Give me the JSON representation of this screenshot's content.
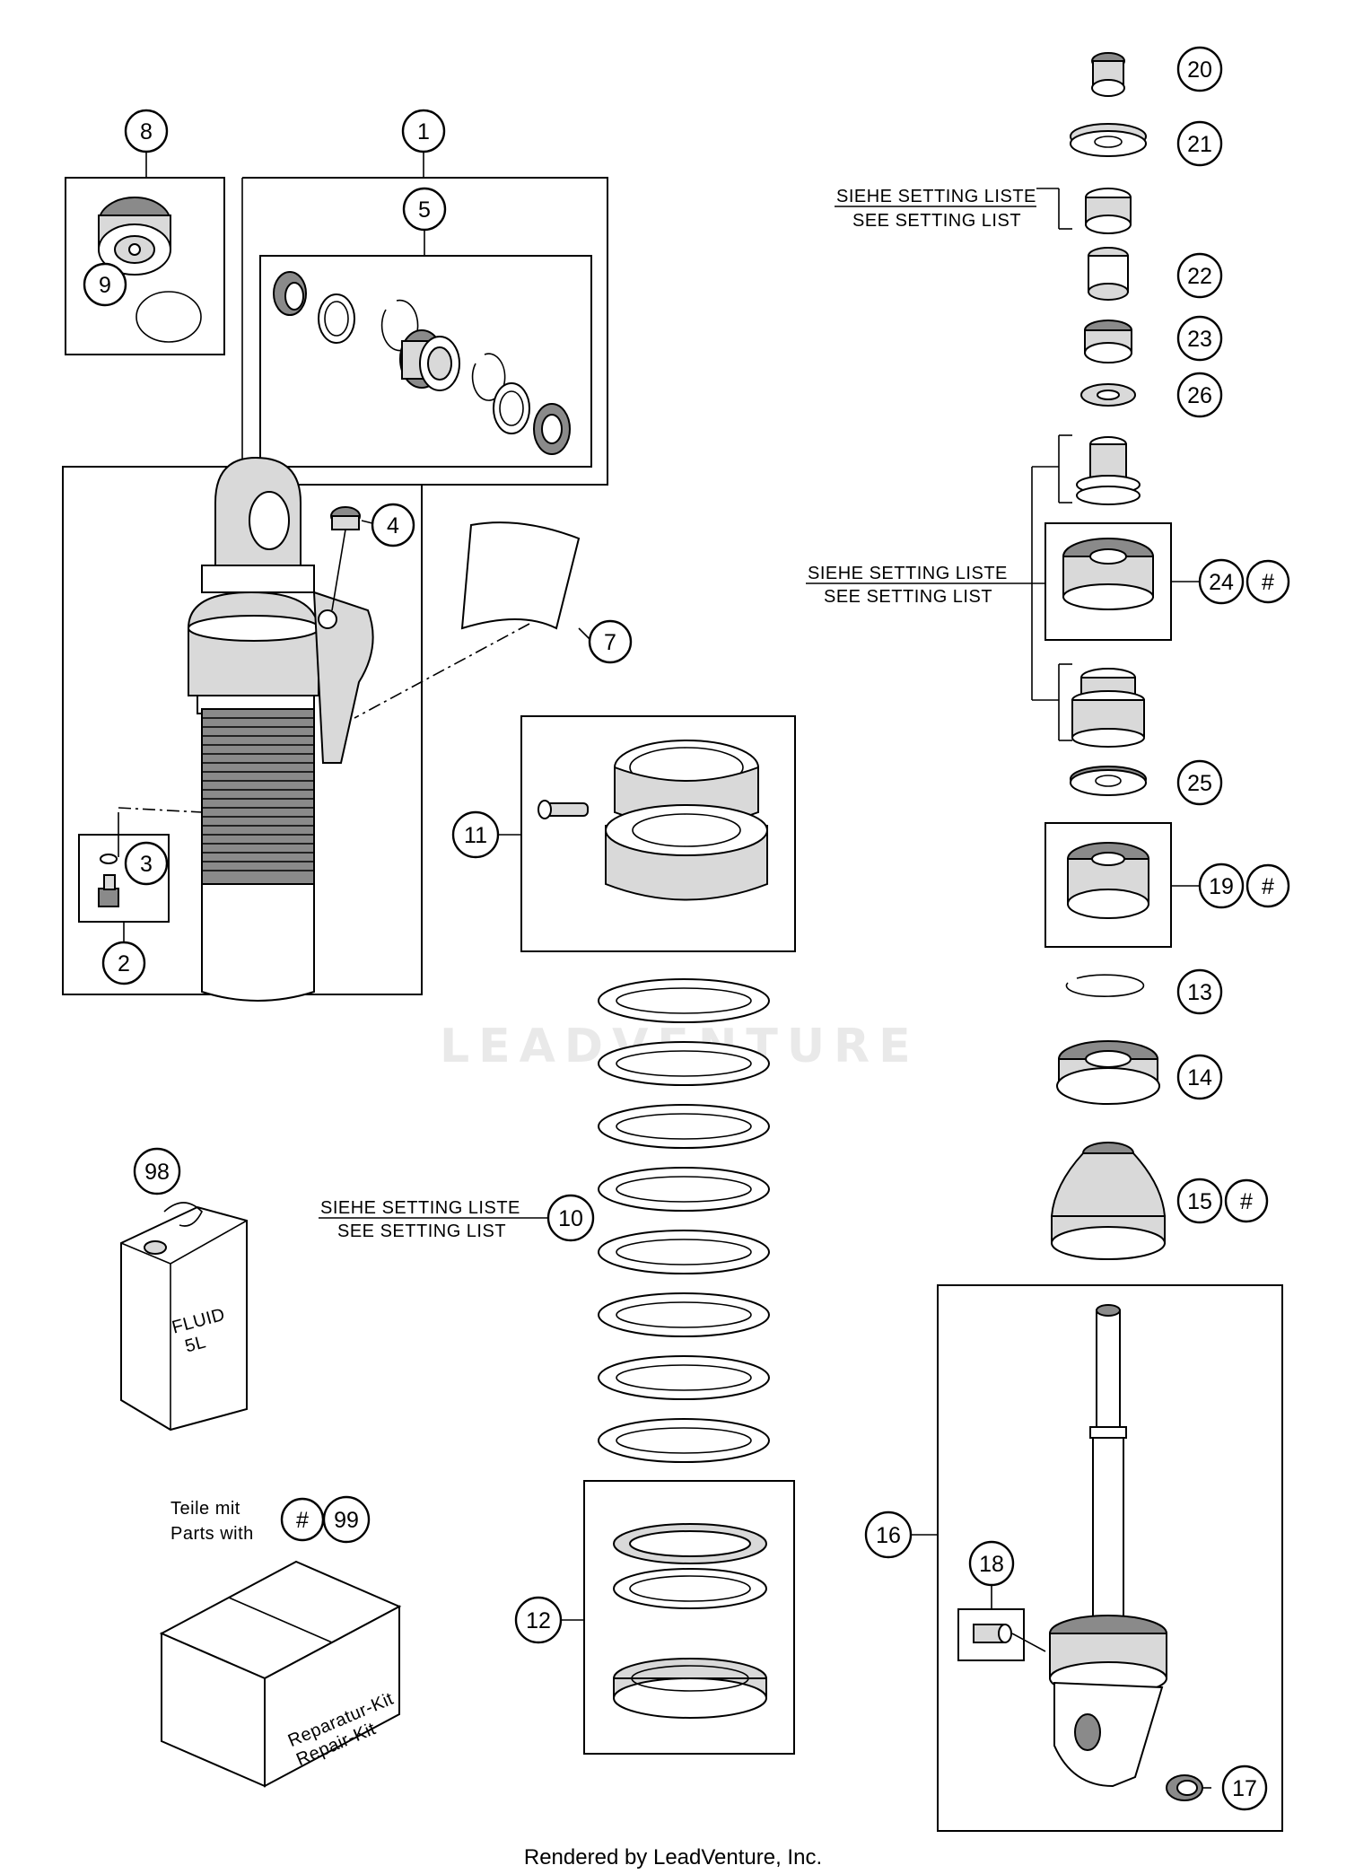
{
  "callouts": {
    "c1": "1",
    "c2": "2",
    "c3": "3",
    "c4": "4",
    "c5": "5",
    "c7": "7",
    "c8": "8",
    "c9": "9",
    "c10": "10",
    "c11": "11",
    "c12": "12",
    "c13": "13",
    "c14": "14",
    "c15": "15",
    "c16": "16",
    "c17": "17",
    "c18": "18",
    "c19": "19",
    "c20": "20",
    "c21": "21",
    "c22": "22",
    "c23": "23",
    "c24": "24",
    "c25": "25",
    "c26": "26",
    "c98": "98",
    "c99": "99",
    "hash": "#"
  },
  "setting_refs": {
    "de": "SIEHE SETTING LISTE",
    "en": "SEE SETTING LIST"
  },
  "kit_note": {
    "line1": "Teile mit",
    "line2": "Parts with"
  },
  "fluid_can": {
    "line1": "FLUID",
    "line2": "5L"
  },
  "repair_kit": {
    "line1": "Reparatur-Kit",
    "line2": "Repair-Kit"
  },
  "watermark": "LEADVENTURE",
  "footer": "Rendered by LeadVenture, Inc."
}
